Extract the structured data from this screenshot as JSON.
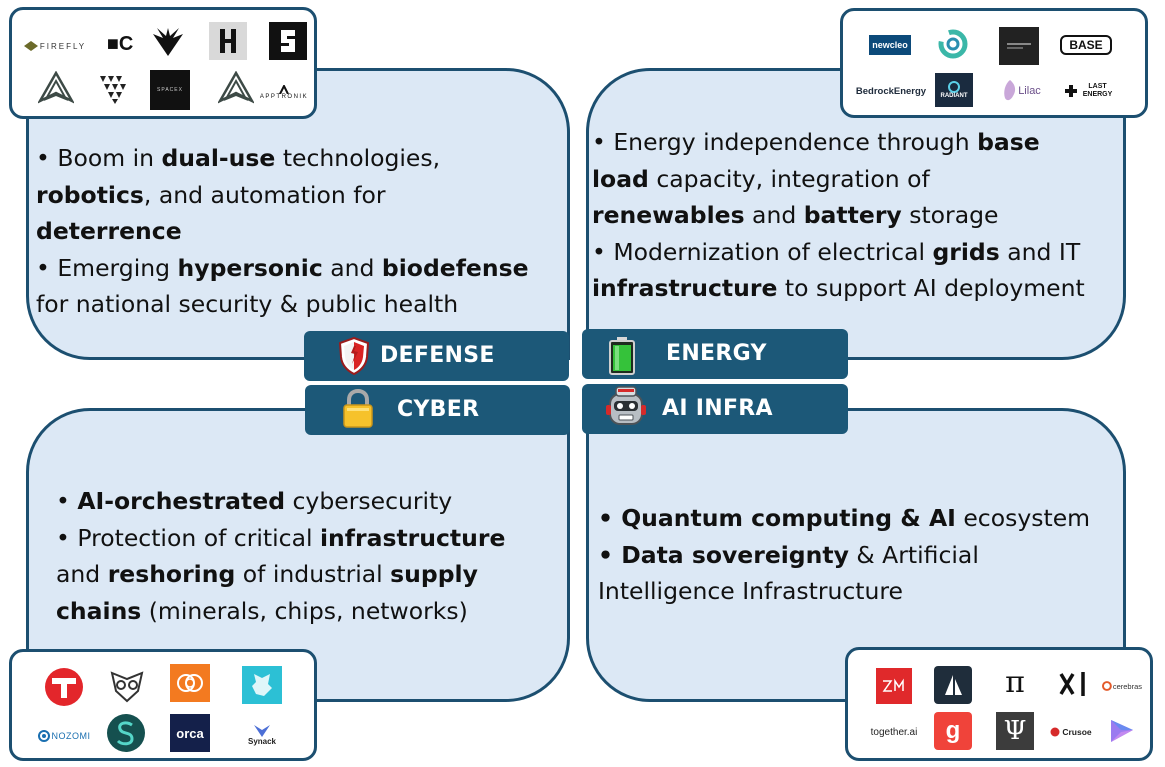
{
  "sections": {
    "defense": {
      "label": "DEFENSE",
      "icon": "shield-icon",
      "lines": [
        [
          {
            "t": "• Boom in "
          },
          {
            "t": "dual-use",
            "b": true
          },
          {
            "t": " technologies,"
          }
        ],
        [
          {
            "t": "robotics",
            "b": true
          },
          {
            "t": ", and automation for"
          }
        ],
        [
          {
            "t": "deterrence",
            "b": true
          }
        ],
        [
          {
            "t": "• Emerging "
          },
          {
            "t": "hypersonic",
            "b": true
          },
          {
            "t": " and "
          },
          {
            "t": "biodefense",
            "b": true
          }
        ],
        [
          {
            "t": "for national security &    public health"
          }
        ]
      ]
    },
    "energy": {
      "label": "ENERGY",
      "icon": "battery-icon",
      "lines": [
        [
          {
            "t": "• Energy independence through "
          },
          {
            "t": "base",
            "b": true
          }
        ],
        [
          {
            "t": "load",
            "b": true
          },
          {
            "t": " capacity, integration of"
          }
        ],
        [
          {
            "t": "renewables",
            "b": true
          },
          {
            "t": " and "
          },
          {
            "t": "battery",
            "b": true
          },
          {
            "t": " storage"
          }
        ],
        [
          {
            "t": "• Modernization of electrical "
          },
          {
            "t": "grids",
            "b": true
          },
          {
            "t": " and IT"
          }
        ],
        [
          {
            "t": "infrastructure",
            "b": true
          },
          {
            "t": " to support AI deployment"
          }
        ]
      ]
    },
    "cyber": {
      "label": "CYBER",
      "icon": "padlock-icon",
      "lines": [
        [
          {
            "t": "• "
          },
          {
            "t": "AI-orchestrated",
            "b": true
          },
          {
            "t": " cybersecurity"
          }
        ],
        [
          {
            "t": "• Protection of critical "
          },
          {
            "t": "infrastructure",
            "b": true
          }
        ],
        [
          {
            "t": "and "
          },
          {
            "t": "reshoring",
            "b": true
          },
          {
            "t": " of industrial "
          },
          {
            "t": "supply",
            "b": true
          }
        ],
        [
          {
            "t": "chains",
            "b": true
          },
          {
            "t": " (minerals, chips, networks)"
          }
        ]
      ]
    },
    "ai_infra": {
      "label": "AI INFRA",
      "icon": "robot-icon",
      "lines": [
        [
          {
            "t": "• Quantum computing & AI",
            "b": true
          },
          {
            "t": " ecosystem"
          }
        ],
        [
          {
            "t": "• Data sovereignty",
            "b": true
          },
          {
            "t": " & Artificial"
          }
        ],
        [
          {
            "t": "Intelligence Infrastructure"
          }
        ]
      ]
    }
  },
  "logos": {
    "defense": [
      {
        "name": "firefly-logo",
        "text": "FIREFLY"
      },
      {
        "name": "mc-logo",
        "text": "■C"
      },
      {
        "name": "bird-wing-logo",
        "text": ""
      },
      {
        "name": "h-block-logo",
        "text": ""
      },
      {
        "name": "s-block-logo",
        "text": ""
      },
      {
        "name": "arrowhead-logo",
        "text": ""
      },
      {
        "name": "triangle-pattern-logo",
        "text": ""
      },
      {
        "name": "spacex-logo",
        "text": "SPACEX"
      },
      {
        "name": "arrowhead-logo-2",
        "text": ""
      },
      {
        "name": "apptronik-logo",
        "text": "APPTRONIK"
      }
    ],
    "energy": [
      {
        "name": "newcleo-logo",
        "text": "newcleo"
      },
      {
        "name": "swirl-logo",
        "text": ""
      },
      {
        "name": "dark-square-logo",
        "text": ""
      },
      {
        "name": "base-logo",
        "text": "BASE"
      },
      {
        "name": "bedrock-energy-logo",
        "text": "BedrockEnergy"
      },
      {
        "name": "radiant-logo",
        "text": "RADIANT"
      },
      {
        "name": "lilac-logo",
        "text": "Lilac"
      },
      {
        "name": "last-energy-logo",
        "text": "LAST ENERGY"
      }
    ],
    "cyber": [
      {
        "name": "red-circle-logo",
        "text": ""
      },
      {
        "name": "owl-logo",
        "text": ""
      },
      {
        "name": "orange-rings-logo",
        "text": ""
      },
      {
        "name": "teal-lion-logo",
        "text": ""
      },
      {
        "name": "nozomi-networks-logo",
        "text": "NOZOMI"
      },
      {
        "name": "teal-s-logo",
        "text": ""
      },
      {
        "name": "orca-security-logo",
        "text": "orca"
      },
      {
        "name": "synack-logo",
        "text": "Synack"
      }
    ],
    "ai_infra": [
      {
        "name": "red-zm-logo",
        "text": ""
      },
      {
        "name": "dark-sail-logo",
        "text": ""
      },
      {
        "name": "pi-logo",
        "text": "π"
      },
      {
        "name": "xai-logo",
        "text": ""
      },
      {
        "name": "cerebras-logo",
        "text": "cerebras"
      },
      {
        "name": "together-ai-logo",
        "text": "together.ai"
      },
      {
        "name": "red-g-logo",
        "text": "g"
      },
      {
        "name": "psi-logo",
        "text": "Ψ"
      },
      {
        "name": "crusoe-logo",
        "text": "Crusoe"
      },
      {
        "name": "gradient-logo",
        "text": ""
      }
    ]
  },
  "colors": {
    "panel_fill": "#dce8f5",
    "panel_border": "#1c4f70",
    "label_fill": "#1c5878",
    "label_text": "#ffffff"
  }
}
